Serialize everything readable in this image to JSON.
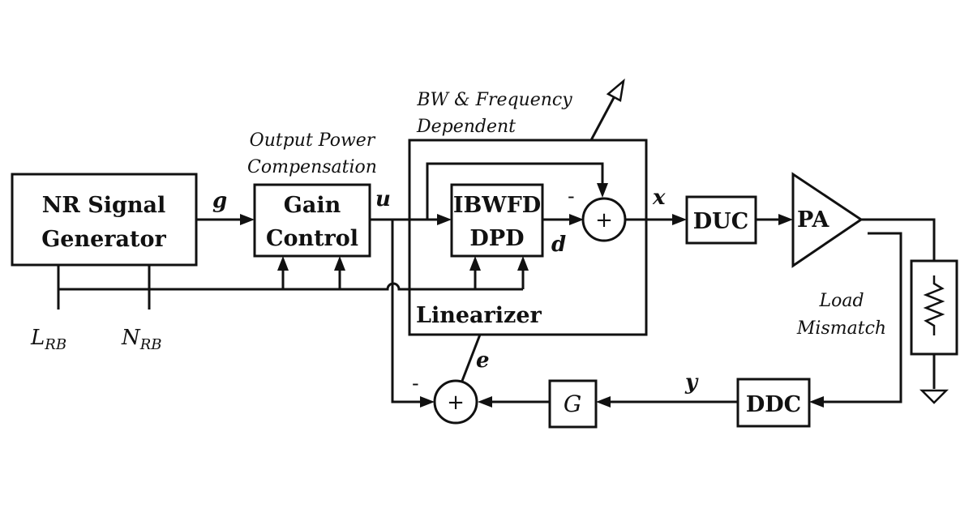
{
  "blocks": {
    "nr_generator": [
      "NR Signal",
      "Generator"
    ],
    "gain_control": [
      "Gain",
      "Control"
    ],
    "dpd": [
      "IBWFD",
      "DPD"
    ],
    "duc": "DUC",
    "pa": "PA",
    "ddc": "DDC",
    "gain_g": "G",
    "linearizer": "Linearizer"
  },
  "annotations": {
    "bw_freq": [
      "BW & Frequency",
      "Dependent"
    ],
    "output_power": [
      "Output Power",
      "Compensation"
    ],
    "load_mismatch": [
      "Load",
      "Mismatch"
    ]
  },
  "signals": {
    "g": "g",
    "u": "u",
    "x": "x",
    "d": "d",
    "e": "e",
    "y": "y"
  },
  "inputs": {
    "lrb_main": "L",
    "lrb_sub": "RB",
    "nrb_main": "N",
    "nrb_sub": "RB"
  },
  "summers": {
    "sum_label": "+",
    "minus_label": "-"
  }
}
